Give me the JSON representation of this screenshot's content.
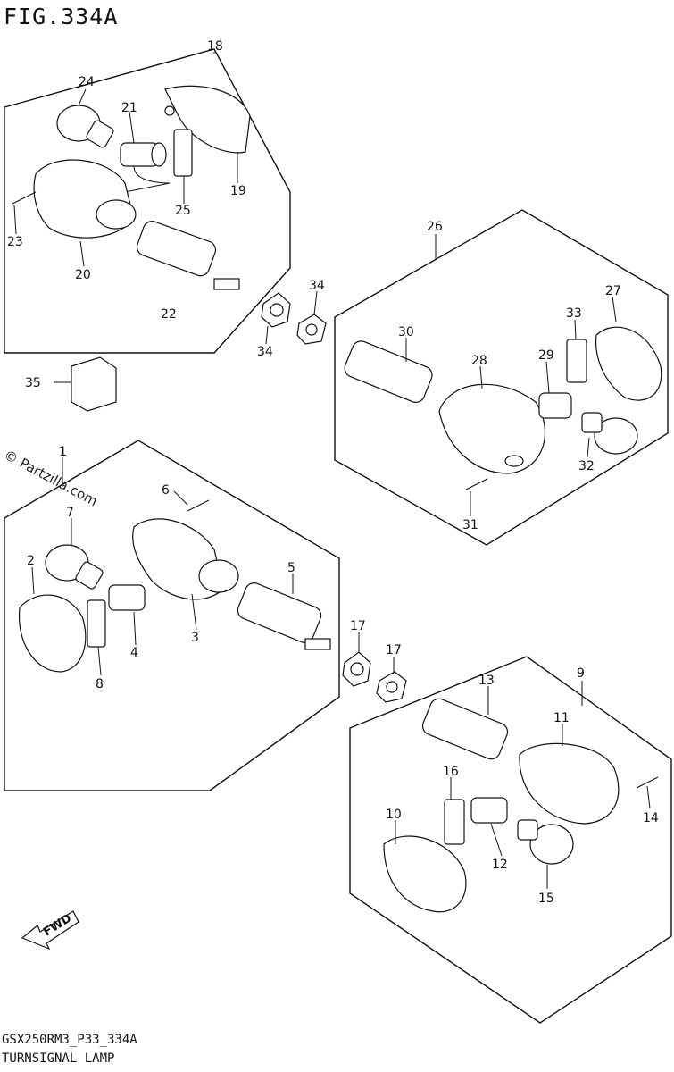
{
  "figure": {
    "title": "FIG.334A",
    "code": "GSX250RM3_P33_334A",
    "name": "TURNSIGNAL LAMP",
    "watermark": "© Partzilla.com",
    "fwd_label": "FWD"
  },
  "callouts": {
    "c1": "1",
    "c2": "2",
    "c3": "3",
    "c4": "4",
    "c5": "5",
    "c6": "6",
    "c7": "7",
    "c8": "8",
    "c9": "9",
    "c10": "10",
    "c11": "11",
    "c12": "12",
    "c13": "13",
    "c14": "14",
    "c15": "15",
    "c16": "16",
    "c17a": "17",
    "c17b": "17",
    "c18": "18",
    "c19": "19",
    "c20": "20",
    "c21": "21",
    "c22": "22",
    "c23": "23",
    "c24": "24",
    "c25": "25",
    "c26": "26",
    "c27": "27",
    "c28": "28",
    "c29": "29",
    "c30": "30",
    "c31": "31",
    "c32": "32",
    "c33": "33",
    "c34a": "34",
    "c34b": "34",
    "c35": "35"
  }
}
